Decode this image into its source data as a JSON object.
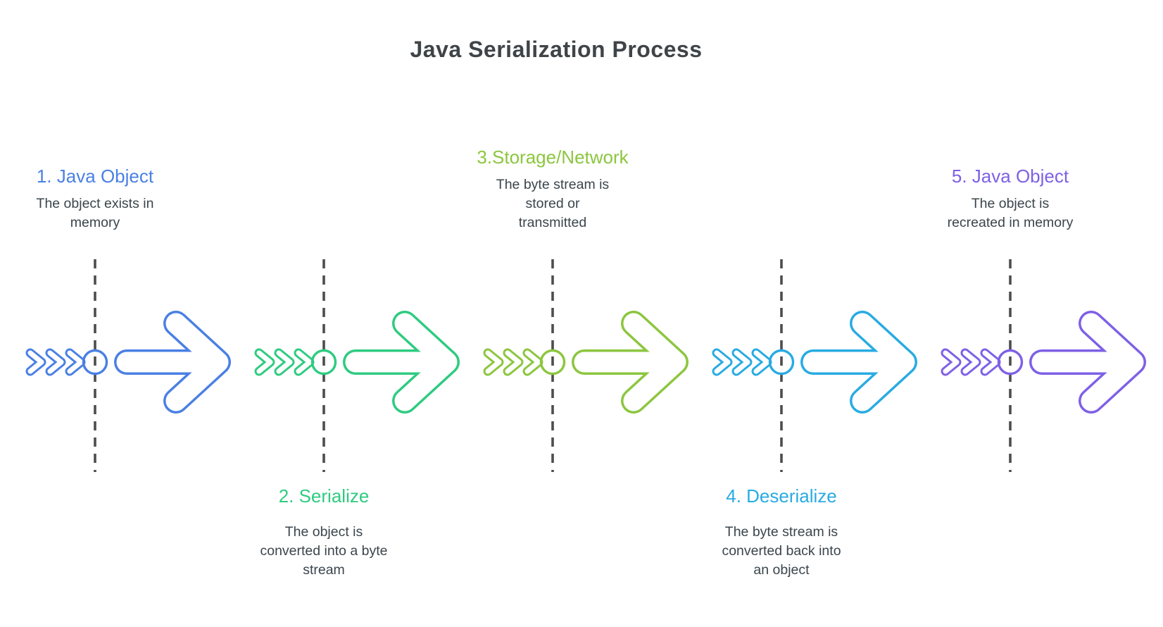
{
  "title": "Java Serialization Process",
  "colors": {
    "title": "#3f4448",
    "description": "#3a454c",
    "dash": "#4d4d4d",
    "background": "#ffffff"
  },
  "stages": [
    {
      "number": 1,
      "label": "1. Java Object",
      "description": "The object exists in\nmemory",
      "color": "#4a80e4",
      "label_position": "top"
    },
    {
      "number": 2,
      "label": "2. Serialize",
      "description": "The object is\nconverted into a byte\nstream",
      "color": "#2fcb81",
      "label_position": "bottom"
    },
    {
      "number": 3,
      "label": "3.Storage/Network",
      "description": "The byte stream is\nstored or\ntransmitted",
      "color": "#8cc63e",
      "label_position": "top"
    },
    {
      "number": 4,
      "label": "4. Deserialize",
      "description": "The byte stream is\nconverted back into\nan object",
      "color": "#29abe2",
      "label_position": "bottom"
    },
    {
      "number": 5,
      "label": "5. Java Object",
      "description": "The object is\nrecreated in memory",
      "color": "#7e60e6",
      "label_position": "top"
    }
  ]
}
